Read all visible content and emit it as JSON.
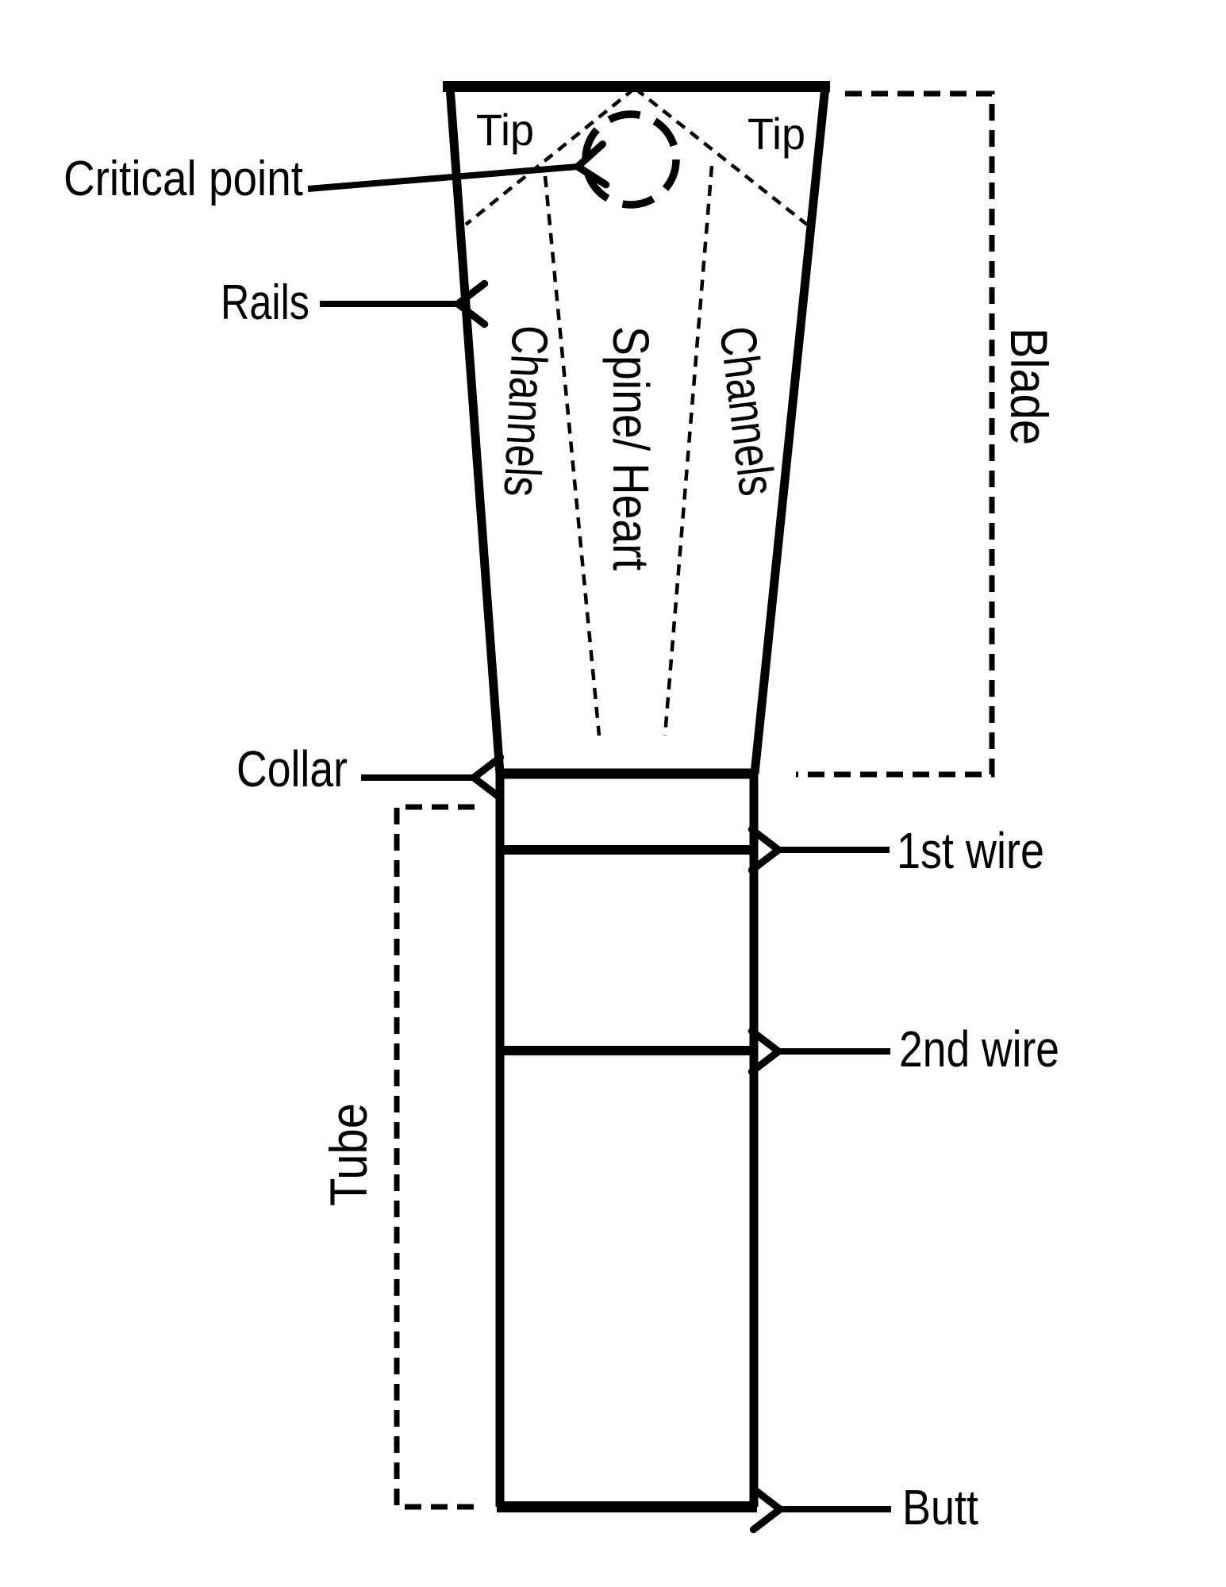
{
  "figure": {
    "background": "#ffffff",
    "ink": "#000000",
    "labels": {
      "critical_point": "Critical point",
      "rails": "Rails",
      "tip_left": "Tip",
      "tip_right": "Tip",
      "channels_left": "Channels",
      "spine_heart": "Spine/ Heart",
      "channels_right": "Channels",
      "blade": "Blade",
      "collar": "Collar",
      "first_wire": "1st wire",
      "second_wire": "2nd wire",
      "tube": "Tube",
      "butt": "Butt"
    }
  }
}
